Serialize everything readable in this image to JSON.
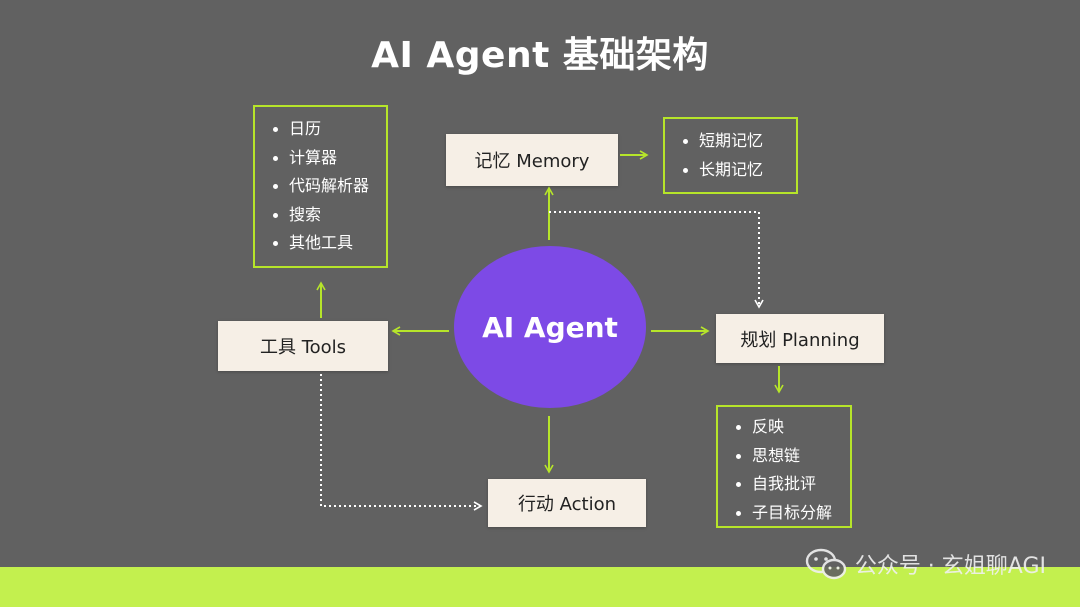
{
  "title": "AI Agent 基础架构",
  "center": "AI Agent",
  "memory": {
    "label": "记忆 Memory",
    "items": [
      "短期记忆",
      "长期记忆"
    ]
  },
  "tools": {
    "label": "工具 Tools",
    "items": [
      "日历",
      "计算器",
      "代码解析器",
      "搜索",
      "其他工具"
    ]
  },
  "planning": {
    "label": "规划 Planning",
    "items": [
      "反映",
      "思想链",
      "自我批评",
      "子目标分解"
    ]
  },
  "action": {
    "label": "行动 Action"
  },
  "watermark": "公众号 · 玄姐聊AGI",
  "colors": {
    "background": "#616161",
    "accent": "#b6e52a",
    "agent": "#7d4ae6",
    "box": "#f6efe6",
    "strip": "#c3f04e"
  }
}
